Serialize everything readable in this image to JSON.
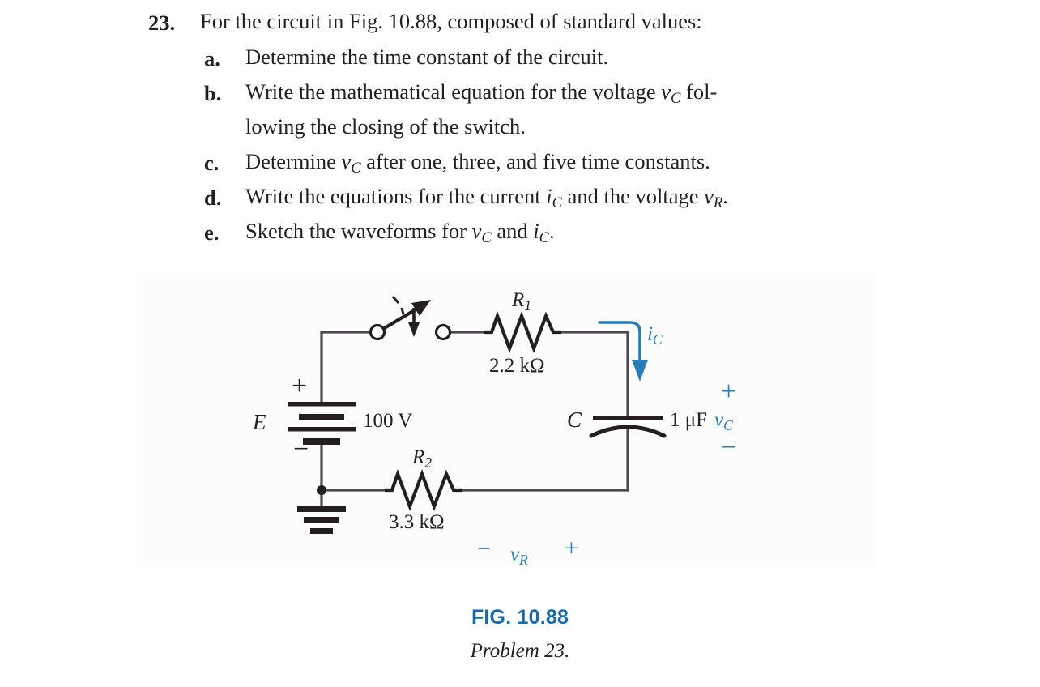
{
  "problem": {
    "number": "23.",
    "stem": "For the circuit in Fig. 10.88, composed of standard values:",
    "parts": [
      {
        "label": "a.",
        "line1": "Determine the time constant of the circuit.",
        "line2": ""
      },
      {
        "label": "b.",
        "line1_pre": "Write the mathematical equation for the voltage ",
        "line1_var": "v",
        "line1_sub": "C",
        "line1_post": " fol-",
        "line2": "lowing the closing of the switch."
      },
      {
        "label": "c.",
        "line1_pre": "Determine ",
        "line1_var": "v",
        "line1_sub": "C",
        "line1_post": " after one, three, and five time constants.",
        "line2": ""
      },
      {
        "label": "d.",
        "line1_pre": "Write the equations for the current ",
        "line1_var": "i",
        "line1_sub": "C",
        "line1_mid": " and the voltage ",
        "line1_var2": "v",
        "line1_sub2": "R",
        "line1_post": ".",
        "line2": ""
      },
      {
        "label": "e.",
        "line1_pre": "Sketch the waveforms for ",
        "line1_var": "v",
        "line1_sub": "C",
        "line1_mid": " and ",
        "line1_var2": "i",
        "line1_sub2": "C",
        "line1_post": ".",
        "line2": ""
      }
    ]
  },
  "circuit": {
    "source": {
      "symbol": "E",
      "value": "100 V",
      "plus": "+",
      "minus": "−"
    },
    "r1": {
      "name_base": "R",
      "name_sub": "1",
      "value": "2.2 kΩ"
    },
    "r2": {
      "name_base": "R",
      "name_sub": "2",
      "value": "3.3 kΩ"
    },
    "capacitor": {
      "symbol": "C",
      "value": "1 μF",
      "voltage_base": "v",
      "voltage_sub": "C",
      "plus": "+",
      "minus": "−"
    },
    "current": {
      "base": "i",
      "sub": "C"
    },
    "resistor_voltage": {
      "base": "v",
      "sub": "R",
      "plus": "+",
      "minus": "−"
    },
    "colors": {
      "wire": "#4c4a4d",
      "symbol": "#231f20",
      "accent_blue": "#2a7cb8",
      "caption_blue": "#1769ad",
      "panel_bg": "#fcfcfd"
    }
  },
  "caption": {
    "figure": "FIG. 10.88",
    "problem": "Problem 23."
  }
}
